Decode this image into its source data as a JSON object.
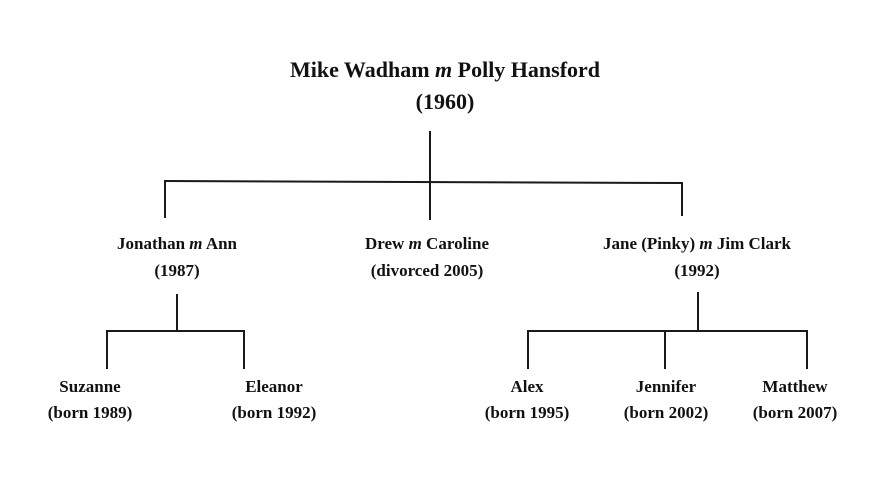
{
  "root": {
    "spouse_a": "Mike Wadham",
    "marriage_mark": "m",
    "spouse_b": "Polly Hansford",
    "date": "(1960)"
  },
  "children": [
    {
      "spouse_a": "Jonathan",
      "marriage_mark": "m",
      "spouse_b": "Ann",
      "date": "(1987)",
      "children": [
        {
          "name": "Suzanne",
          "date": "(born 1989)"
        },
        {
          "name": "Eleanor",
          "date": "(born 1992)"
        }
      ]
    },
    {
      "spouse_a": "Drew",
      "marriage_mark": "m",
      "spouse_b": "Caroline",
      "date": "(divorced 2005)",
      "children": []
    },
    {
      "spouse_a": "Jane (Pinky)",
      "marriage_mark": "m",
      "spouse_b": "Jim Clark",
      "date": "(1992)",
      "children": [
        {
          "name": "Alex",
          "date": "(born 1995)"
        },
        {
          "name": "Jennifer",
          "date": "(born 2002)"
        },
        {
          "name": "Matthew",
          "date": "(born 2007)"
        }
      ]
    }
  ]
}
